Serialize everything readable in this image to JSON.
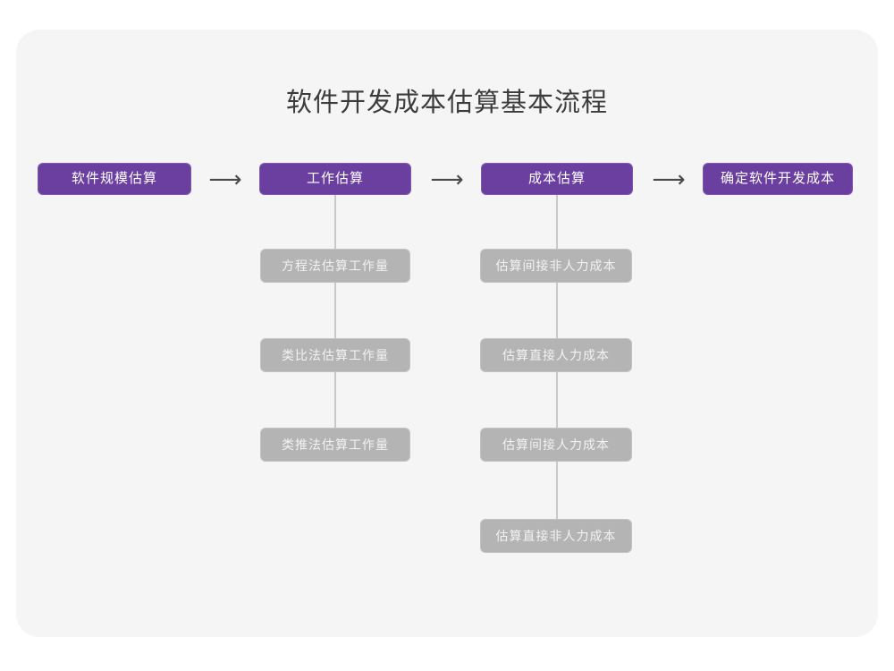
{
  "theme": {
    "page_background": "#ffffff",
    "card_background": "#f5f5f5",
    "stage_color": "#6b3fa0",
    "stage_border": "#8158b0",
    "substep_color": "#b4b4b4",
    "substep_border": "#c3c3c3",
    "connector_color": "#c9c9c9",
    "title_color": "#3c3c3c"
  },
  "title": "软件开发成本估算基本流程",
  "arrow_glyph": "⟶",
  "stages": [
    {
      "label": "软件规模估算"
    },
    {
      "label": "工作估算"
    },
    {
      "label": "成本估算"
    },
    {
      "label": "确定软件开发成本"
    }
  ],
  "arrows": [
    {
      "glyph": "⟶"
    },
    {
      "glyph": "⟶"
    },
    {
      "glyph": "⟶"
    }
  ],
  "columns": [
    {
      "parent": "工作估算",
      "substeps": [
        {
          "label": "方程法估算工作量"
        },
        {
          "label": "类比法估算工作量"
        },
        {
          "label": "类推法估算工作量"
        }
      ]
    },
    {
      "parent": "成本估算",
      "substeps": [
        {
          "label": "估算间接非人力成本"
        },
        {
          "label": "估算直接人力成本"
        },
        {
          "label": "估算间接人力成本"
        },
        {
          "label": "估算直接非人力成本"
        }
      ]
    }
  ],
  "chart_data": {
    "type": "diagram",
    "diagram_type": "flowchart",
    "title": "软件开发成本估算基本流程",
    "orientation": "left-to-right with vertical sub-branches",
    "nodes": [
      {
        "id": "s0",
        "label": "软件规模估算",
        "level": "stage",
        "index": 0
      },
      {
        "id": "s1",
        "label": "工作估算",
        "level": "stage",
        "index": 1
      },
      {
        "id": "s2",
        "label": "成本估算",
        "level": "stage",
        "index": 2
      },
      {
        "id": "s3",
        "label": "确定软件开发成本",
        "level": "stage",
        "index": 3
      },
      {
        "id": "s1a",
        "label": "方程法估算工作量",
        "level": "substep",
        "parent": "s1"
      },
      {
        "id": "s1b",
        "label": "类比法估算工作量",
        "level": "substep",
        "parent": "s1"
      },
      {
        "id": "s1c",
        "label": "类推法估算工作量",
        "level": "substep",
        "parent": "s1"
      },
      {
        "id": "s2a",
        "label": "估算间接非人力成本",
        "level": "substep",
        "parent": "s2"
      },
      {
        "id": "s2b",
        "label": "估算直接人力成本",
        "level": "substep",
        "parent": "s2"
      },
      {
        "id": "s2c",
        "label": "估算间接人力成本",
        "level": "substep",
        "parent": "s2"
      },
      {
        "id": "s2d",
        "label": "估算直接非人力成本",
        "level": "substep",
        "parent": "s2"
      }
    ],
    "edges": [
      {
        "from": "s0",
        "to": "s1",
        "style": "arrow"
      },
      {
        "from": "s1",
        "to": "s2",
        "style": "arrow"
      },
      {
        "from": "s2",
        "to": "s3",
        "style": "arrow"
      },
      {
        "from": "s1",
        "to": "s1a",
        "style": "line"
      },
      {
        "from": "s1",
        "to": "s1b",
        "style": "line"
      },
      {
        "from": "s1",
        "to": "s1c",
        "style": "line"
      },
      {
        "from": "s2",
        "to": "s2a",
        "style": "line"
      },
      {
        "from": "s2",
        "to": "s2b",
        "style": "line"
      },
      {
        "from": "s2",
        "to": "s2c",
        "style": "line"
      },
      {
        "from": "s2",
        "to": "s2d",
        "style": "line"
      }
    ]
  }
}
